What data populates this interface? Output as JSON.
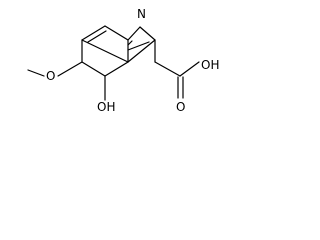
{
  "molecule": {
    "atoms": {
      "ring_nitrogen": "N",
      "hydroxyl_3": "OH",
      "methoxy_oxygen": "O",
      "acid_hydroxyl": "OH",
      "carbonyl_oxygen": "O"
    },
    "colors": {
      "bond": "#000000",
      "label": "#000000",
      "background": "#ffffff"
    }
  }
}
